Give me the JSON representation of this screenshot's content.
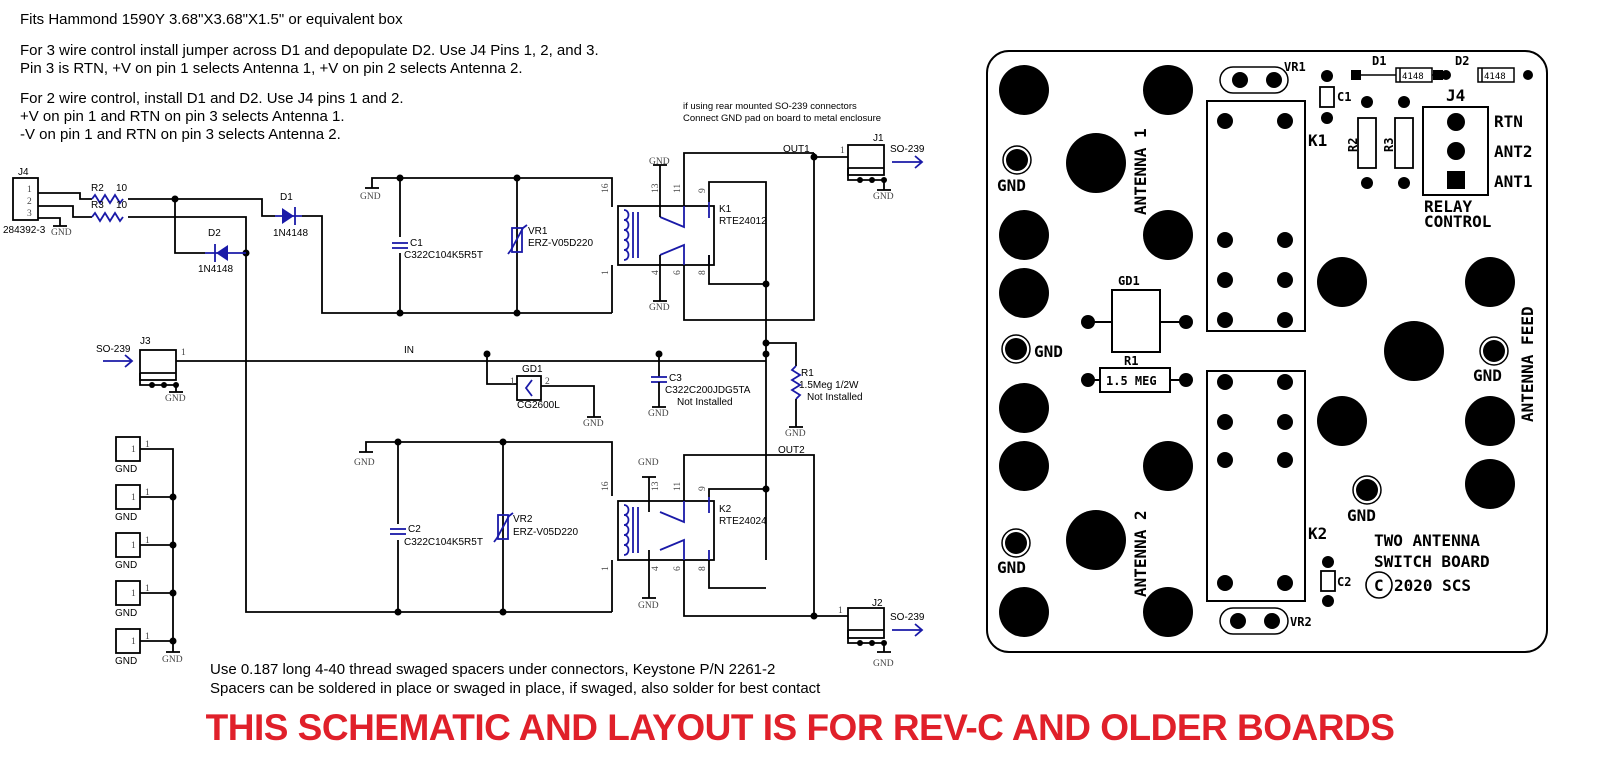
{
  "notes": {
    "box": "Fits Hammond 1590Y 3.68\"X3.68\"X1.5\" or equivalent box",
    "three_wire_1": "For 3 wire control install jumper across D1 and depopulate D2. Use J4 Pins 1, 2, and 3.",
    "three_wire_2": "Pin 3 is RTN, +V on pin 1 selects Antenna 1, +V on pin 2 selects Antenna 2.",
    "two_wire_1": "For 2 wire control, install D1 and D2. Use J4 pins 1 and 2.",
    "two_wire_2": "+V on pin 1 and RTN on pin 3 selects Antenna 1.",
    "two_wire_3": "-V on pin 1 and RTN on pin 3 selects Antenna 2.",
    "rear_mount_1": "if using rear mounted SO-239 connectors",
    "rear_mount_2": "Connect GND pad on board to metal enclosure",
    "spacers_1": "Use 0.187 long 4-40 thread swaged spacers under connectors, Keystone P/N 2261-2",
    "spacers_2": "Spacers can be soldered in place or swaged in place, if swaged, also solder for best contact",
    "banner": "THIS SCHEMATIC AND LAYOUT IS FOR REV-C AND OLDER BOARDS"
  },
  "colors": {
    "banner": "#e0202a",
    "component": "#1a1aa8",
    "wire": "#000000"
  },
  "schematic": {
    "J4": {
      "ref": "J4",
      "part": "284392-3",
      "pins": [
        "1",
        "2",
        "3"
      ]
    },
    "R2": {
      "ref": "R2",
      "value": "10"
    },
    "R3": {
      "ref": "R3",
      "value": "10"
    },
    "D1": {
      "ref": "D1",
      "part": "1N4148"
    },
    "D2": {
      "ref": "D2",
      "part": "1N4148"
    },
    "C1": {
      "ref": "C1",
      "part": "C322C104K5R5T"
    },
    "C2": {
      "ref": "C2",
      "part": "C322C104K5R5T"
    },
    "C3": {
      "ref": "C3",
      "part": "C322C200JDG5TA",
      "status": "Not Installed"
    },
    "VR1": {
      "ref": "VR1",
      "part": "ERZ-V05D220"
    },
    "VR2": {
      "ref": "VR2",
      "part": "ERZ-V05D220"
    },
    "K1": {
      "ref": "K1",
      "part": "RTE24012",
      "pins": [
        "16",
        "13",
        "11",
        "9",
        "1",
        "4",
        "6",
        "8"
      ]
    },
    "K2": {
      "ref": "K2",
      "part": "RTE24024",
      "pins": [
        "16",
        "13",
        "11",
        "9",
        "1",
        "4",
        "6",
        "8"
      ]
    },
    "R1": {
      "ref": "R1",
      "value": "1.5Meg 1/2W",
      "status": "Not Installed"
    },
    "GD1": {
      "ref": "GD1",
      "part": "CG2600L",
      "pins": [
        "1",
        "2"
      ]
    },
    "J1": {
      "ref": "J1",
      "type": "SO-239",
      "pin": "1"
    },
    "J2": {
      "ref": "J2",
      "type": "SO-239",
      "pin": "1"
    },
    "J3": {
      "ref": "J3",
      "type": "SO-239",
      "pin": "1"
    },
    "nets": {
      "in": "IN",
      "out1": "OUT1",
      "out2": "OUT2",
      "gnd": "GND"
    },
    "gnd_pads": [
      {
        "label": "GND",
        "pin": "1"
      },
      {
        "label": "GND",
        "pin": "1"
      },
      {
        "label": "GND",
        "pin": "1"
      },
      {
        "label": "GND",
        "pin": "1"
      },
      {
        "label": "GND",
        "pin": "1"
      }
    ]
  },
  "pcb": {
    "labels": {
      "antenna1": "ANTENNA 1",
      "antenna2": "ANTENNA 2",
      "antenna_feed": "ANTENNA FEED",
      "gnd": "GND",
      "vr1": "VR1",
      "vr2": "VR2",
      "d1": "D1",
      "d2": "D2",
      "d_body": "4148",
      "c1": "C1",
      "c2": "C2",
      "r2": "R2",
      "r3": "R3",
      "j4": "J4",
      "rtn": "RTN",
      "ant2": "ANT2",
      "ant1": "ANT1",
      "relay_control_1": "RELAY",
      "relay_control_2": "CONTROL",
      "k1": "K1",
      "k2": "K2",
      "gd1": "GD1",
      "r1": "R1",
      "r1_body": "1.5 MEG",
      "title_1": "TWO ANTENNA",
      "title_2": "SWITCH BOARD",
      "copyright_symbol": "C",
      "copyright_text": "2020 SCS"
    }
  }
}
